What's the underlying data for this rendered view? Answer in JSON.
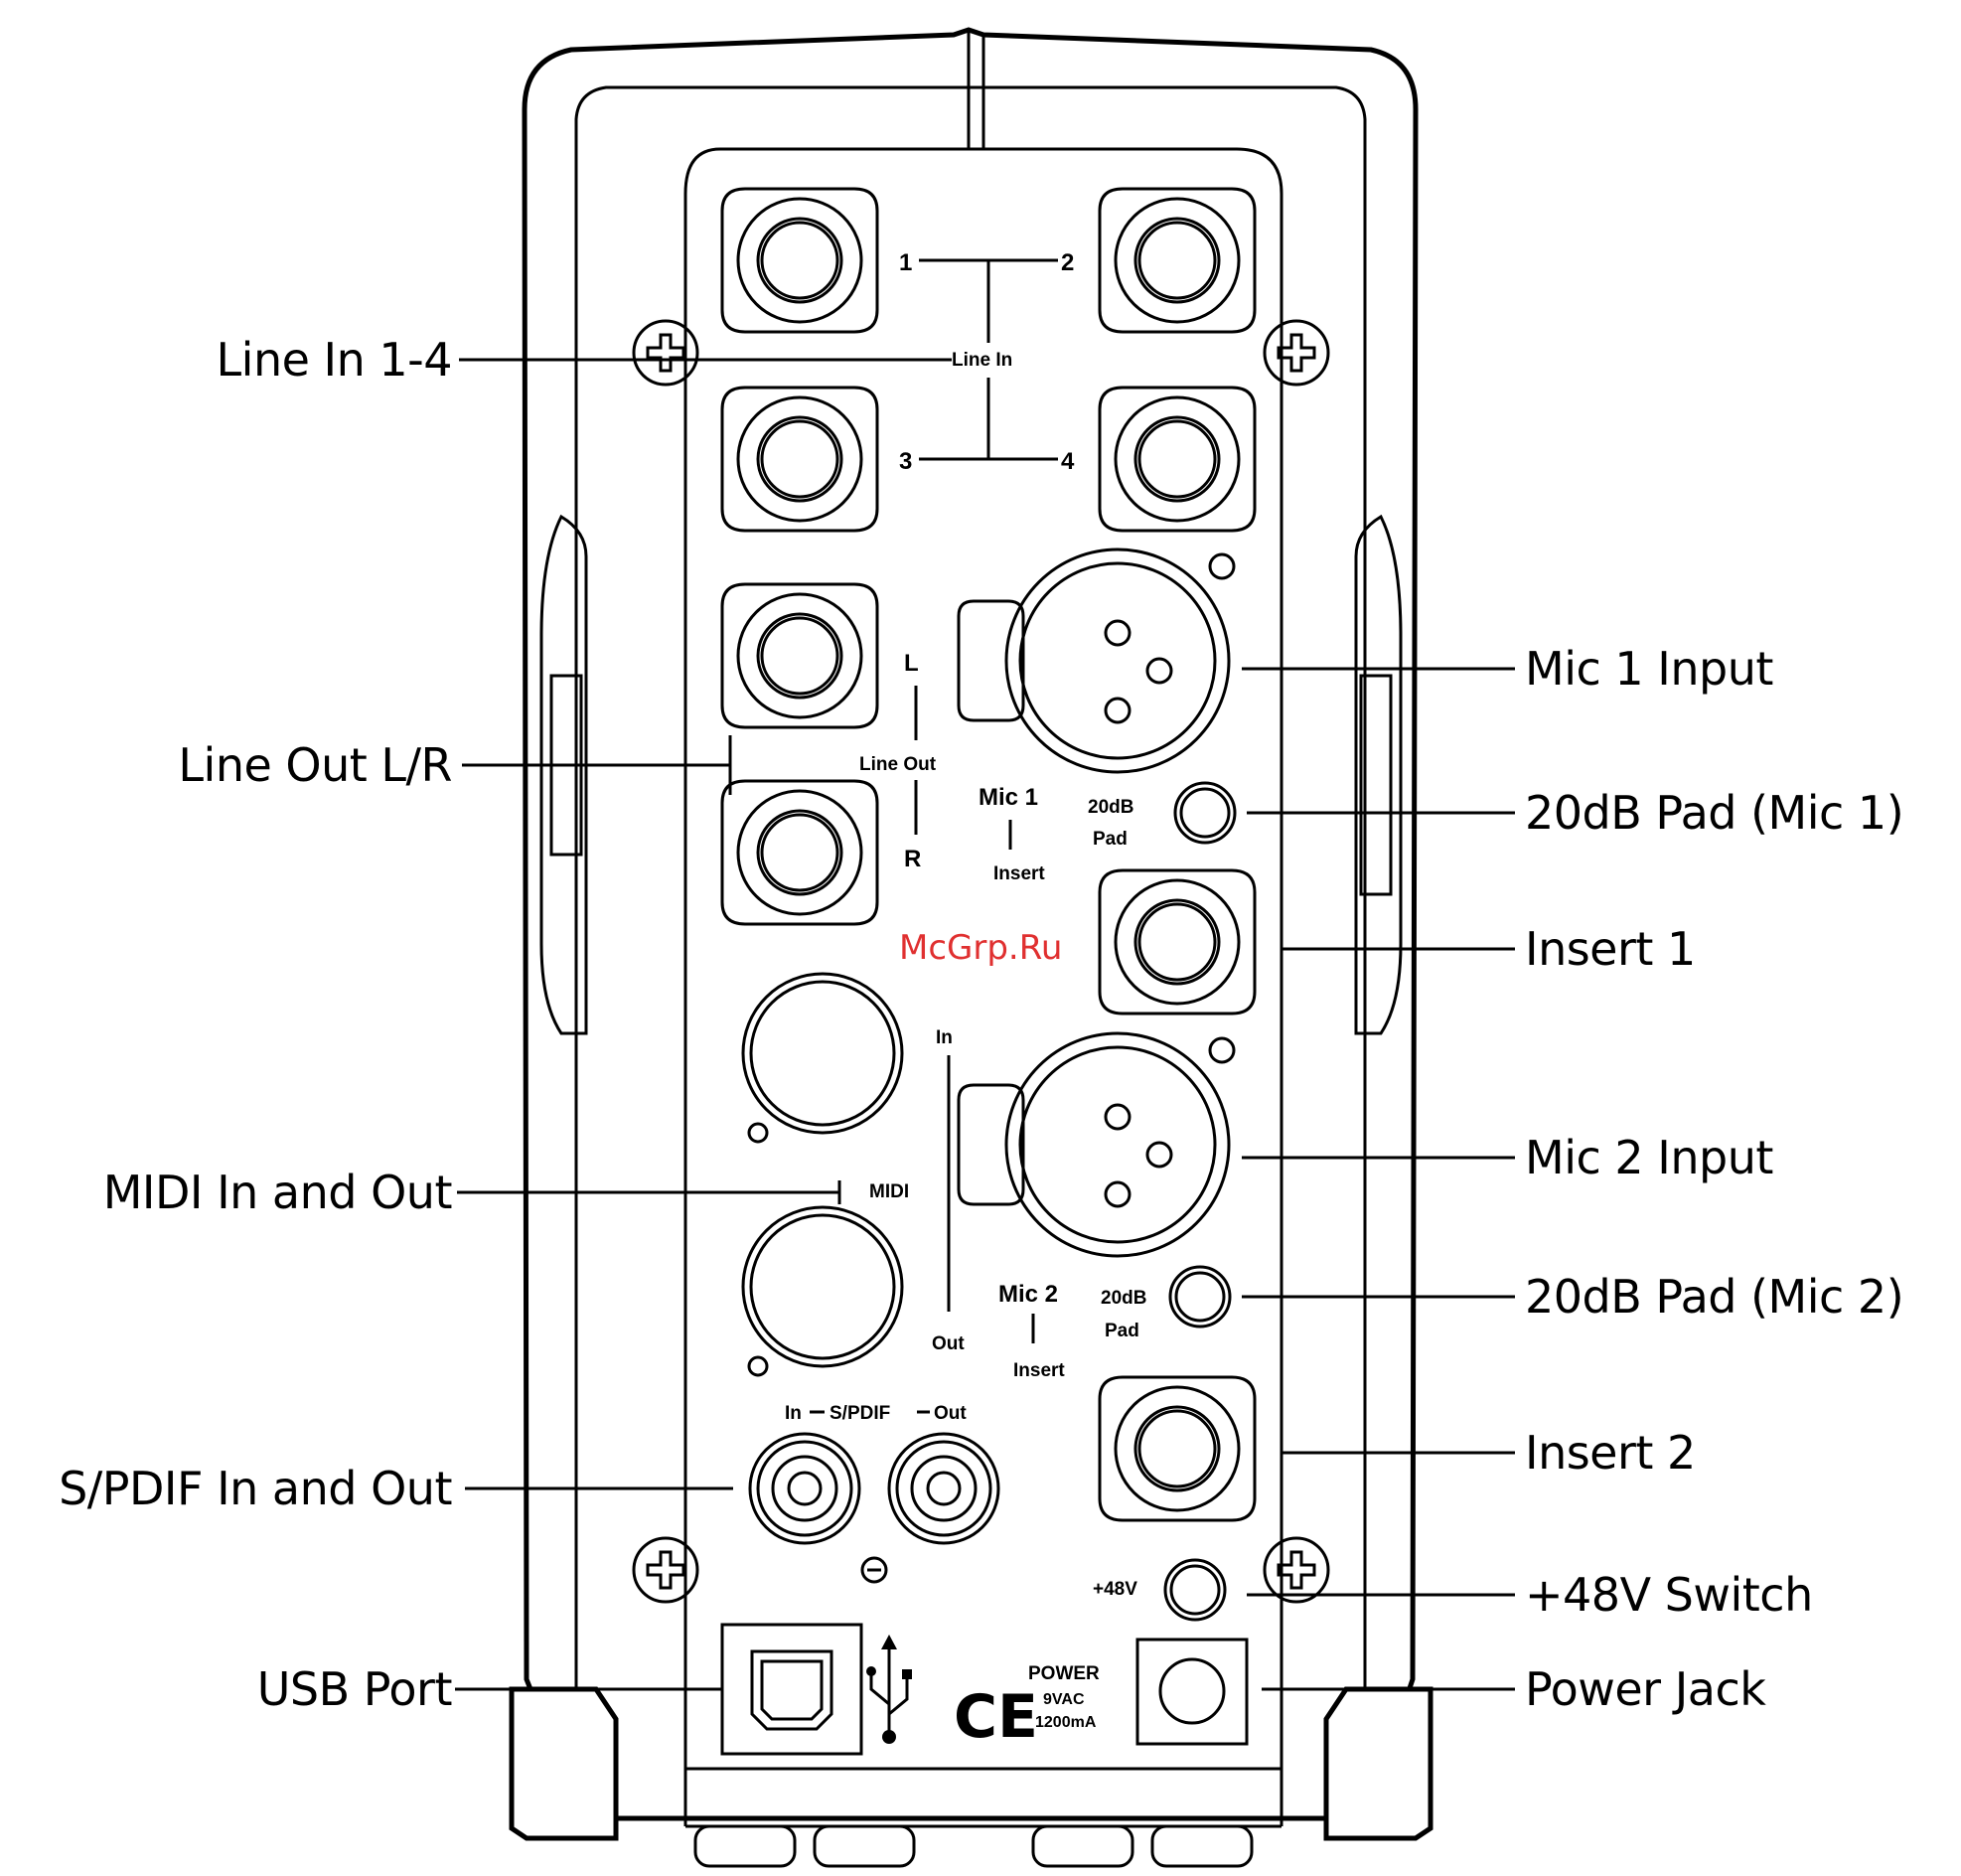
{
  "callouts": {
    "line_in": "Line In 1-4",
    "line_out": "Line Out L/R",
    "midi": "MIDI In and Out",
    "spdif": "S/PDIF In and Out",
    "usb": "USB Port",
    "mic1_input": "Mic 1 Input",
    "pad_mic1": "20dB Pad (Mic 1)",
    "insert1": "Insert 1",
    "mic2_input": "Mic 2 Input",
    "pad_mic2": "20dB Pad (Mic 2)",
    "insert2": "Insert 2",
    "phantom": "+48V Switch",
    "power_jack": "Power Jack"
  },
  "panel": {
    "jack1": "1",
    "jack2": "2",
    "jack3": "3",
    "jack4": "4",
    "line_in": "Line In",
    "left": "L",
    "right": "R",
    "line_out": "Line Out",
    "mic1": "Mic 1",
    "insert_a": "Insert",
    "pad1_top": "20dB",
    "pad1_bottom": "Pad",
    "midi_in": "In",
    "midi": "MIDI",
    "midi_out": "Out",
    "mic2": "Mic 2",
    "insert_b": "Insert",
    "pad2_top": "20dB",
    "pad2_bottom": "Pad",
    "spdif_in": "In",
    "spdif": "S/PDIF",
    "spdif_out": "Out",
    "phantom": "+48V",
    "power": "POWER",
    "power_volts": "9VAC",
    "power_current": "1200mA",
    "ce": "CE"
  },
  "watermark": "McGrp.Ru"
}
